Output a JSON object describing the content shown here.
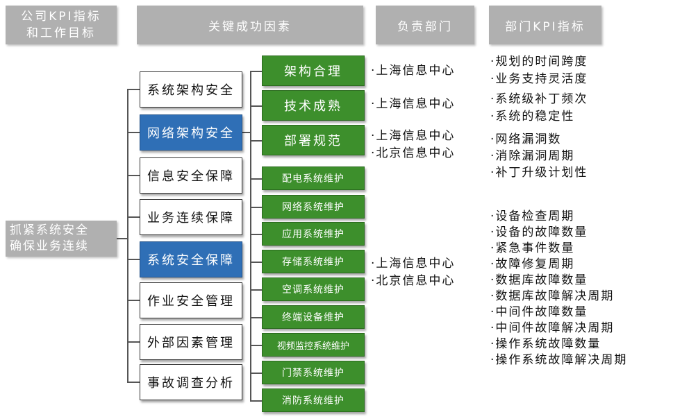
{
  "headers": {
    "company_kpi_line1": "公司KPI指标",
    "company_kpi_line2": "和工作目标",
    "csf": "关键成功因素",
    "dept": "负责部门",
    "dept_kpi": "部门KPI指标"
  },
  "root": {
    "line1": "抓紧系统安全",
    "line2": "确保业务连续"
  },
  "level1": [
    {
      "label": "系统架构安全",
      "style": "white"
    },
    {
      "label": "网络架构安全",
      "style": "blue"
    },
    {
      "label": "信息安全保障",
      "style": "white"
    },
    {
      "label": "业务连续保障",
      "style": "white"
    },
    {
      "label": "系统安全保障",
      "style": "blue"
    },
    {
      "label": "作业安全管理",
      "style": "white"
    },
    {
      "label": "外部因素管理",
      "style": "white"
    },
    {
      "label": "事故调查分析",
      "style": "white"
    }
  ],
  "level2_big": [
    "架构合理",
    "技术成熟",
    "部署规范"
  ],
  "level2_small": [
    "配电系统维护",
    "网络系统维护",
    "应用系统维护",
    "存储系统维护",
    "空调系统维护",
    "终端设备维护",
    "视频监控系统维护",
    "门禁系统维护",
    "消防系统维护"
  ],
  "departments": [
    [
      "·上海信息中心"
    ],
    [
      "·上海信息中心"
    ],
    [
      "·上海信息中心",
      "·北京信息中心"
    ],
    [
      "·上海信息中心",
      "·北京信息中心"
    ]
  ],
  "kpis": [
    [
      "·规划的时间跨度",
      "·业务支持灵活度"
    ],
    [
      "·系统级补丁频次",
      "·系统的稳定性"
    ],
    [
      "·网络漏洞数",
      "·消除漏洞周期",
      "·补丁升级计划性"
    ],
    [
      "·设备检查周期",
      "·设备的故障数量",
      "·紧急事件数量",
      "·故障修复周期",
      "·数据库故障数量",
      "·数据库故障解决周期",
      "·中间件故障数量",
      "·中间件故障解决周期",
      "·操作系统故障数量",
      "·操作系统故障解决周期"
    ]
  ],
  "colors": {
    "header_gray": "#b0b0b0",
    "green": "#3d8f2c",
    "blue": "#2f6fb6"
  }
}
